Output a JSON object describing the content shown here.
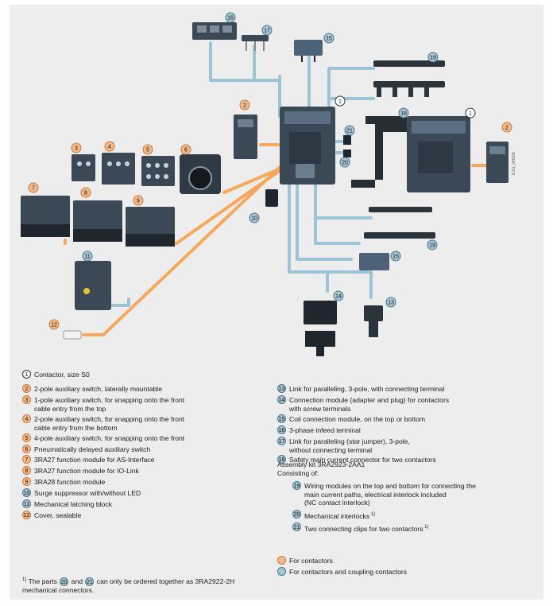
{
  "figure_code": "IC01_00615f",
  "colors": {
    "orange": "#f5a85b",
    "blue": "#9cc3d6",
    "device": "#3b4856",
    "bg": "#ededed"
  },
  "callouts": [
    "1",
    "2",
    "3",
    "4",
    "5",
    "6",
    "7",
    "8",
    "9",
    "10",
    "11",
    "12",
    "13",
    "14",
    "15",
    "16",
    "17",
    "18",
    "19",
    "20",
    "21"
  ],
  "legend_left": [
    {
      "n": "1",
      "kind": "w",
      "text": "Contactor, size S0"
    },
    {
      "n": "2",
      "kind": "o",
      "text": "2-pole auxiliary switch, laterally mountable"
    },
    {
      "n": "3",
      "kind": "o",
      "text": "1-pole auxiliary switch, for snapping onto the front\ncable entry from the top"
    },
    {
      "n": "4",
      "kind": "o",
      "text": "2-pole auxiliary switch, for snapping onto the front\ncable entry from the bottom"
    },
    {
      "n": "5",
      "kind": "o",
      "text": "4-pole auxiliary switch, for snapping onto the front"
    },
    {
      "n": "6",
      "kind": "o",
      "text": "Pneumatically delayed auxiliary switch"
    },
    {
      "n": "7",
      "kind": "o",
      "text": "3RA27 function module for AS-Interface"
    },
    {
      "n": "8",
      "kind": "o",
      "text": "3RA27 function module for IO-Link"
    },
    {
      "n": "9",
      "kind": "o",
      "text": "3RA28 function module"
    },
    {
      "n": "10",
      "kind": "b",
      "text": "Surge suppressor with/without LED"
    },
    {
      "n": "11",
      "kind": "b",
      "text": "Mechanical latching block"
    },
    {
      "n": "12",
      "kind": "o",
      "text": "Cover, sealable"
    }
  ],
  "legend_right": [
    {
      "n": "13",
      "kind": "b",
      "text": "Link for paralleling, 3-pole, with connecting terminal"
    },
    {
      "n": "14",
      "kind": "b",
      "text": "Connection module (adapter and plug) for contactors\nwith screw terminals"
    },
    {
      "n": "15",
      "kind": "b",
      "text": "Coil connection module, on the top or bottom"
    },
    {
      "n": "16",
      "kind": "b",
      "text": "3-phase infeed terminal"
    },
    {
      "n": "17",
      "kind": "b",
      "text": "Link for paralleling (star jumper), 3-pole,\nwithout connecting terminal"
    },
    {
      "n": "18",
      "kind": "b",
      "text": "Safety main current connector for two contactors"
    }
  ],
  "assembly": {
    "title": "Assembly kit 3RA2923-2AA1\nConsisting of:",
    "items": [
      {
        "n": "19",
        "kind": "b",
        "text": "Wiring modules on the top and bottom for connecting the\nmain current paths, electrical interlock included\n(NC contact interlock)"
      },
      {
        "n": "20",
        "kind": "b",
        "text": "Mechanical interlocks",
        "sup": "1)"
      },
      {
        "n": "21",
        "kind": "b",
        "text": "Two connecting clips for two contactors",
        "sup": "1)"
      }
    ]
  },
  "color_legend": [
    {
      "kind": "o",
      "text": "For contactors"
    },
    {
      "kind": "b",
      "text": "For contactors and coupling contactors"
    }
  ],
  "footnote": {
    "mark": "1)",
    "pre": "The parts",
    "a": "20",
    "and": "and",
    "b": "21",
    "post": "can only be ordered together as 3RA2922-2H\nmechanical connectors."
  }
}
